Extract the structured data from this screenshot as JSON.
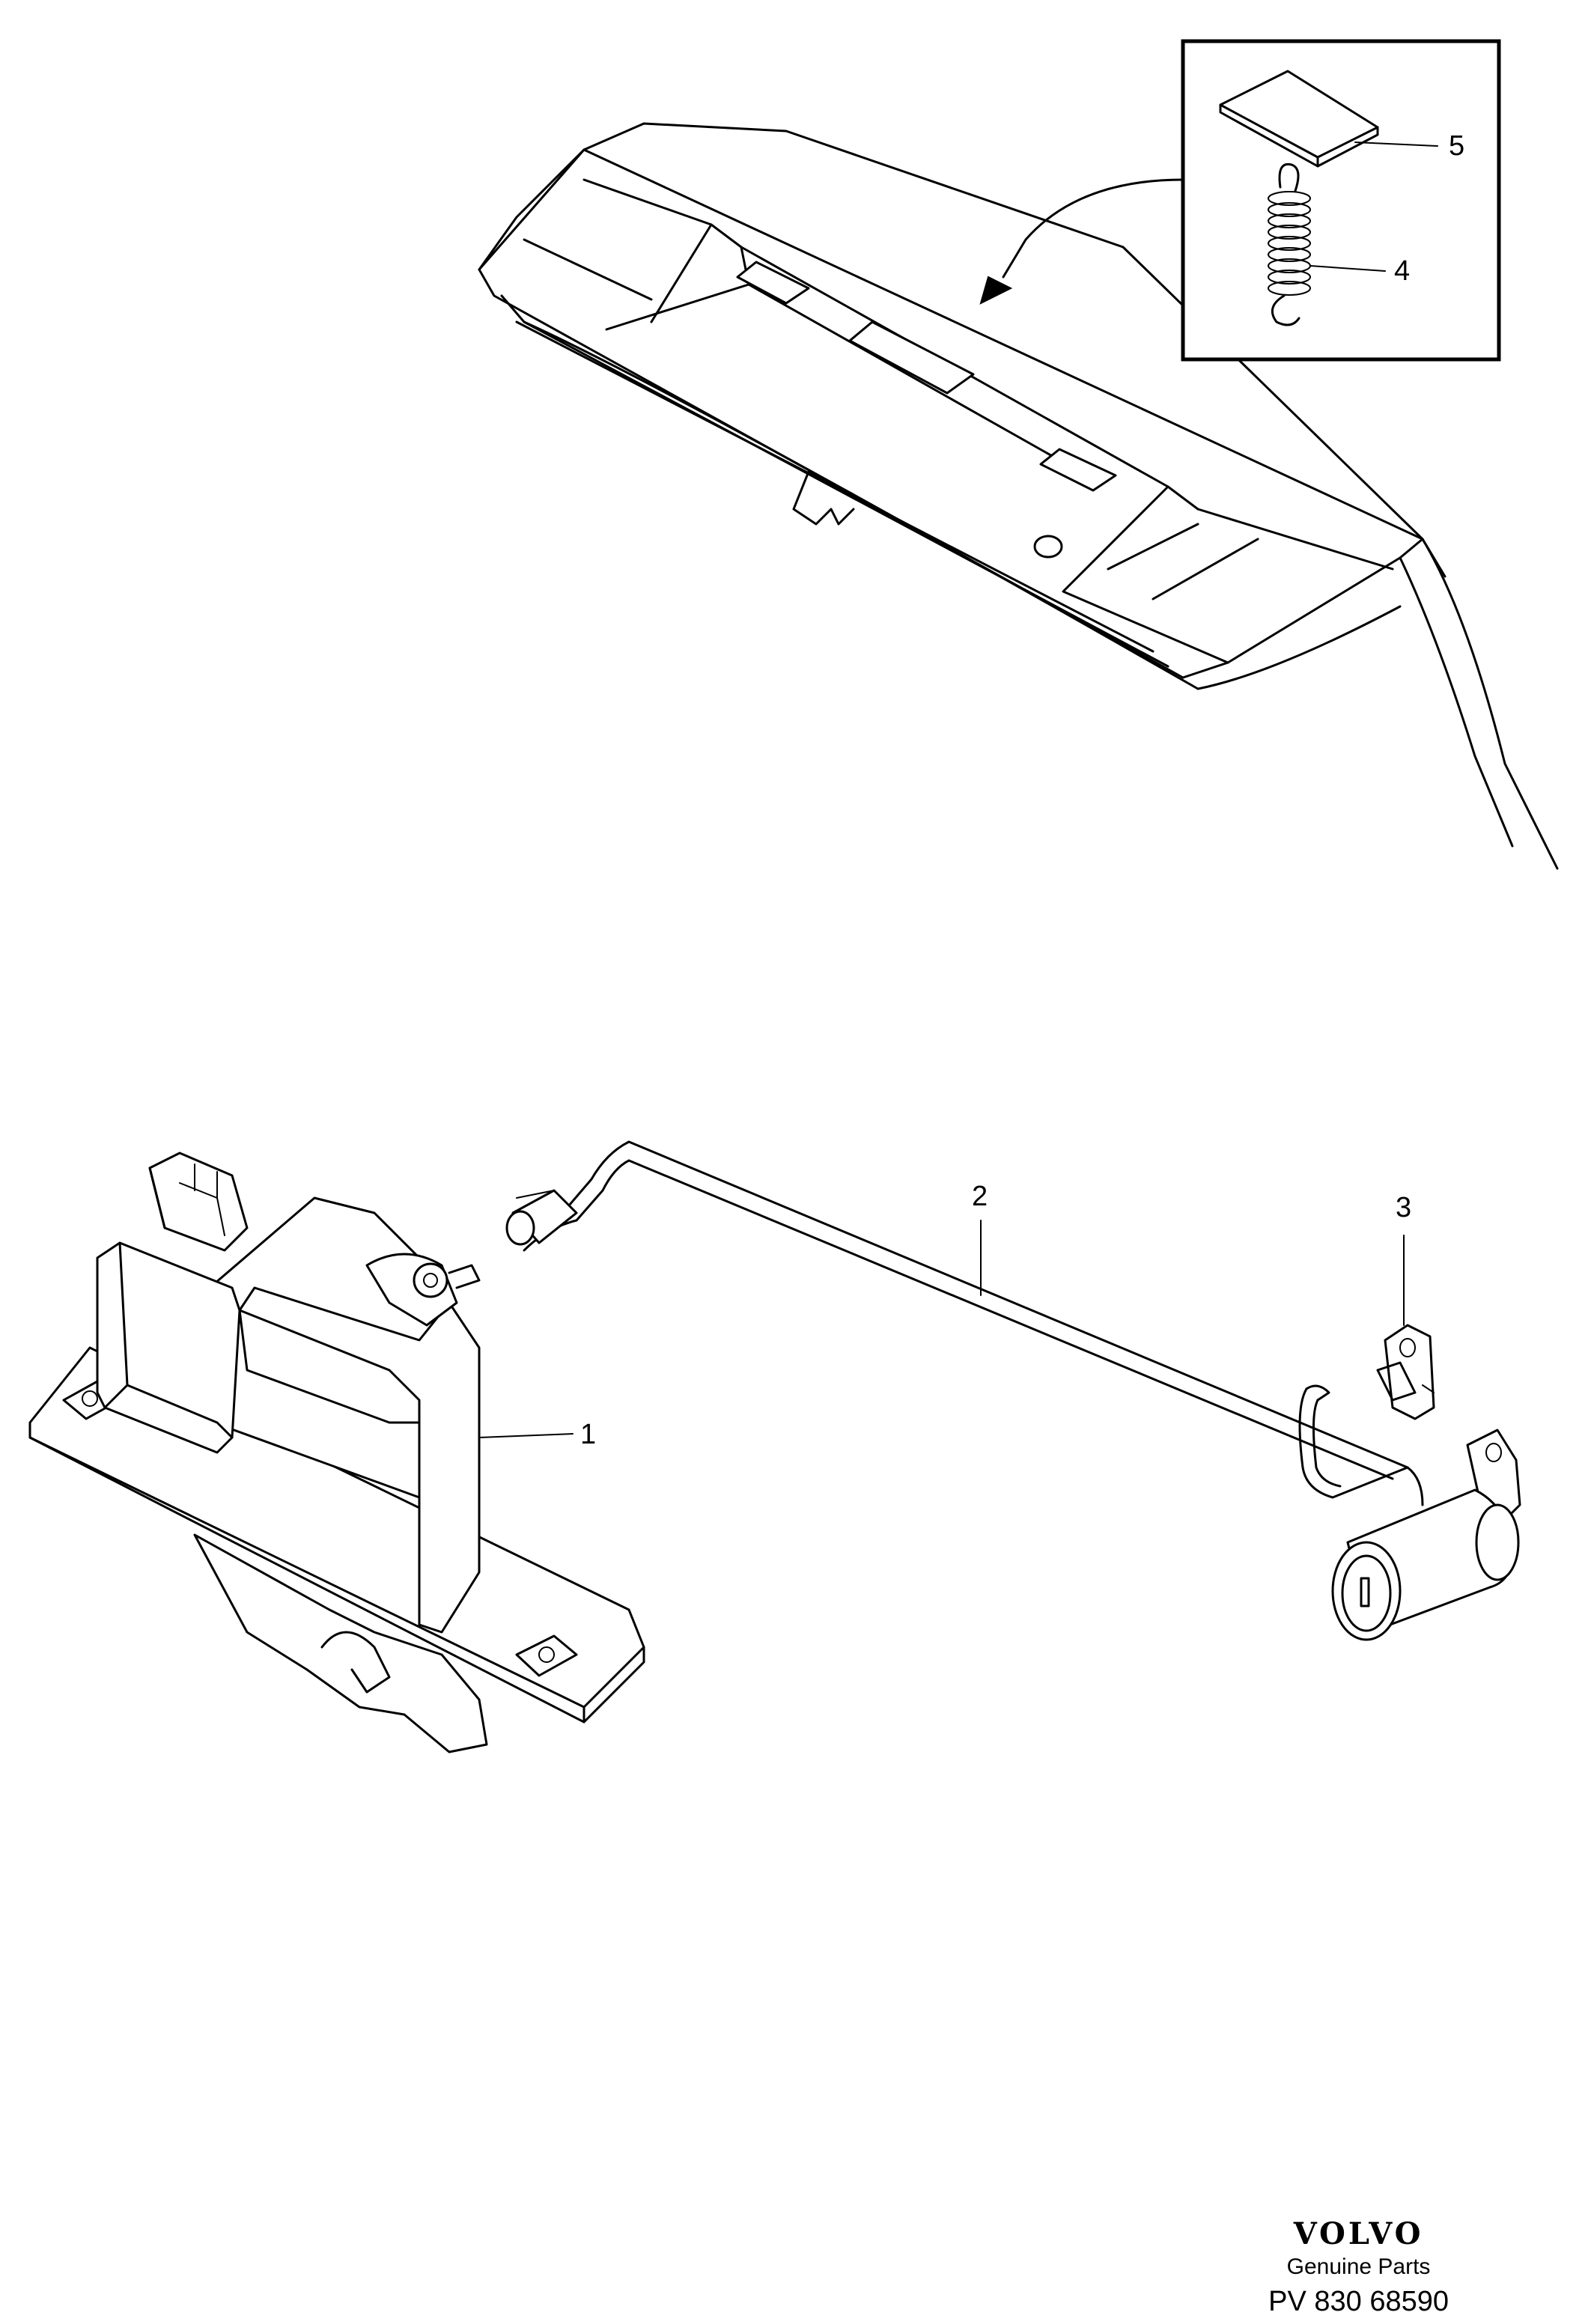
{
  "callouts": [
    {
      "id": "1",
      "label": "1"
    },
    {
      "id": "2",
      "label": "2"
    },
    {
      "id": "3",
      "label": "3"
    },
    {
      "id": "4",
      "label": "4"
    },
    {
      "id": "5",
      "label": "5"
    }
  ],
  "footer": {
    "brand": "VOLVO",
    "tagline": "Genuine Parts",
    "code": "PV 830 68590"
  }
}
